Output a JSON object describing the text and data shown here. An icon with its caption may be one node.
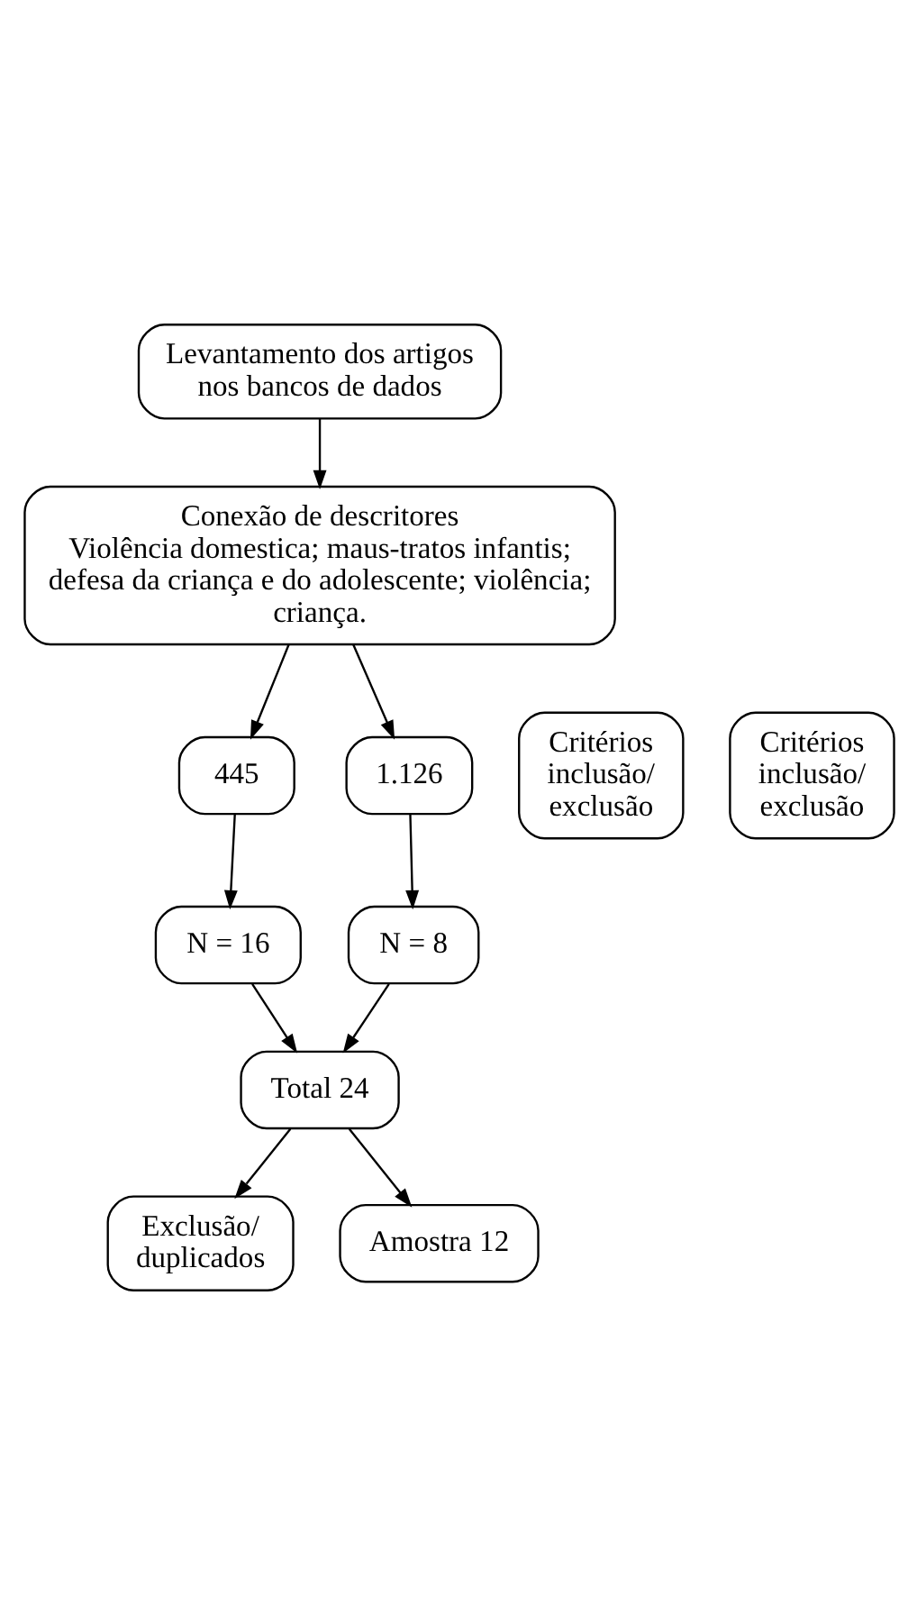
{
  "diagram": {
    "nodes": [
      {
        "text": [
          "Levantamento dos artigos nos bancos de dados"
        ]
      },
      {
        "text": [
          "Conexão de descritores",
          "Violência domestica; maus-tratos infantis; defesa da criança e do adolescente; violência; criança."
        ]
      },
      {
        "text": [
          "445"
        ]
      },
      {
        "text": [
          "1.126"
        ]
      },
      {
        "text": [
          "Critérios inclusão/ exclusão"
        ]
      },
      {
        "text": [
          "Critérios inclusão/ exclusão"
        ]
      },
      {
        "text": [
          "N = 16"
        ]
      },
      {
        "text": [
          "N = 8"
        ]
      },
      {
        "text": [
          "Total 24"
        ]
      },
      {
        "text": [
          "Exclusão/ duplicados"
        ]
      },
      {
        "text": [
          "Amostra 12"
        ]
      }
    ],
    "edges": [
      {
        "from": 0,
        "to": 1,
        "arrow": "to"
      },
      {
        "from": 1,
        "to": 2,
        "arrow": "to"
      },
      {
        "from": 1,
        "to": 3,
        "arrow": "to"
      },
      {
        "from": 2,
        "to": 6,
        "arrow": "to"
      },
      {
        "from": 3,
        "to": 7,
        "arrow": "to"
      },
      {
        "from": 6,
        "to": 8,
        "arrow": "to"
      },
      {
        "from": 7,
        "to": 8,
        "arrow": "to"
      },
      {
        "from": 8,
        "to": 9,
        "arrow": "to"
      },
      {
        "from": 8,
        "to": 10,
        "arrow": "to"
      }
    ]
  }
}
